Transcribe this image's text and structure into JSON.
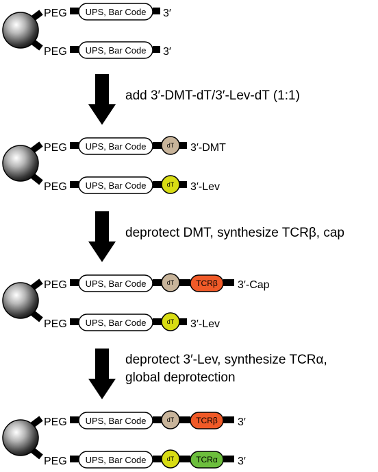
{
  "labels": {
    "peg": "PEG",
    "ups_bar_code": "UPS, Bar Code",
    "dt": "dT",
    "tcr_beta": "TCRβ",
    "tcr_alpha": "TCRα",
    "end_3": "3′",
    "end_3_dmt": "3′-DMT",
    "end_3_lev": "3′-Lev",
    "end_3_cap": "3′-Cap"
  },
  "steps": {
    "step1": "add 3′-DMT-dT/3′-Lev-dT (1:1)",
    "step2": "deprotect DMT, synthesize TCRβ, cap",
    "step3_line1": "deprotect 3′-Lev, synthesize TCRα,",
    "step3_line2": "global deprotection"
  },
  "colors": {
    "dt_dmt": "#c8b49a",
    "dt_lev": "#d8dc14",
    "tcr_beta": "#f05a28",
    "tcr_alpha": "#6cbe3c"
  }
}
